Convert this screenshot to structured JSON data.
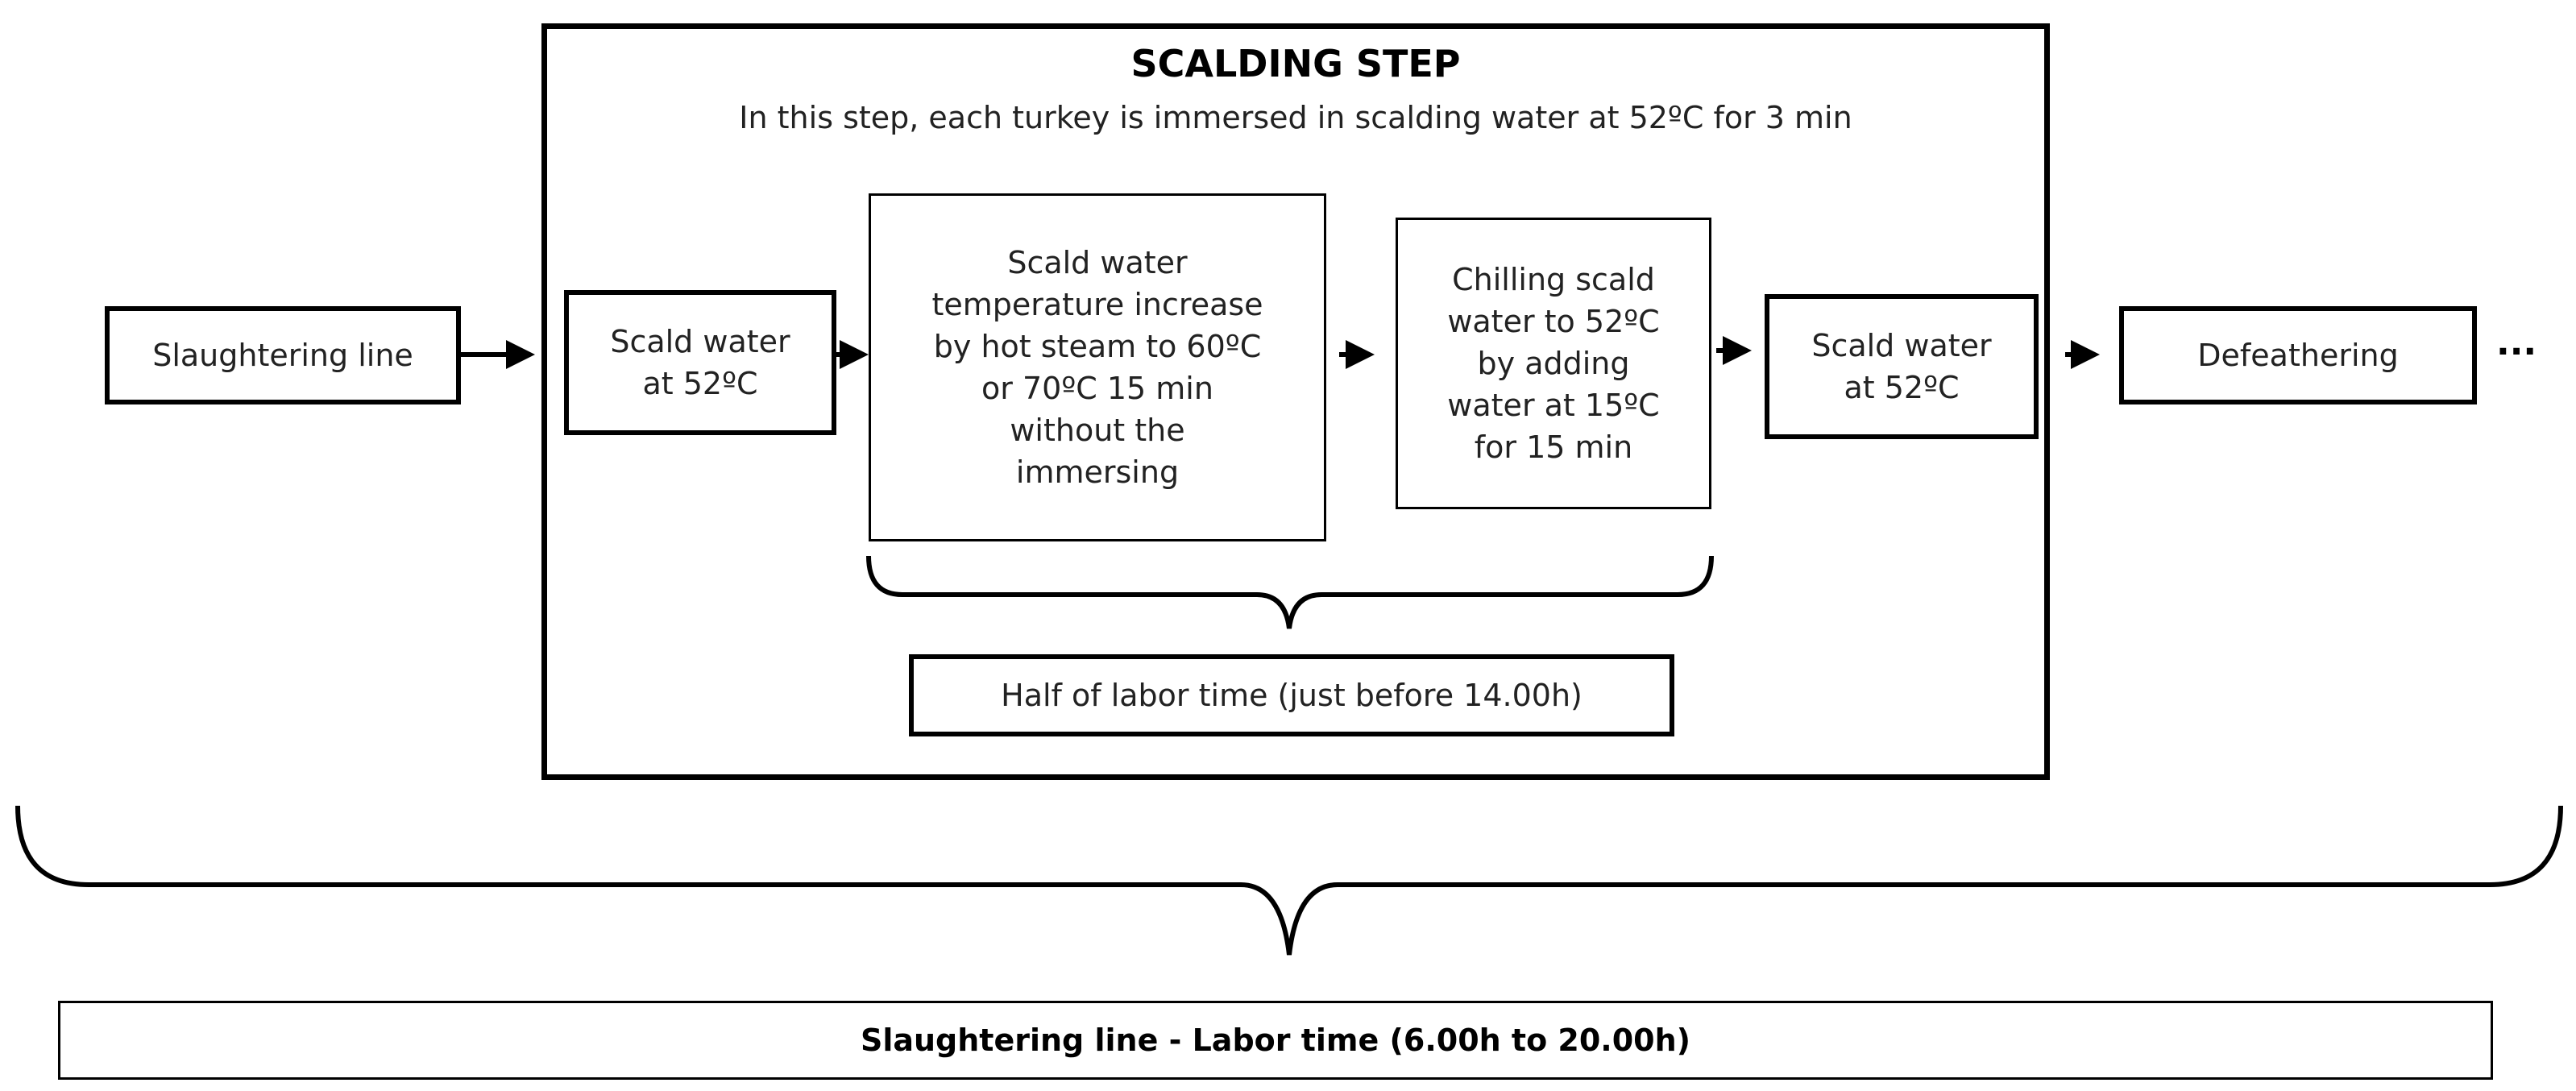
{
  "title": "SCALDING STEP",
  "subtitle": "In this step, each turkey  is immersed in scalding water at 52ºC for 3 min",
  "nodes": {
    "slaughtering_line": "Slaughtering line",
    "scald_water_1": "Scald water\nat 52ºC",
    "temperature_increase": "Scald water\ntemperature  increase\nby hot steam to 60ºC\nor  70ºC 15 min\nwithout the\nimmersing",
    "chilling": "Chilling scald\nwater to 52ºC\nby adding\nwater at 15ºC\nfor 15 min",
    "scald_water_2": "Scald water\nat 52ºC",
    "defeathering": "Defeathering",
    "ellipsis": "...",
    "half_labor_time": "Half of labor time  (just before 14.00h)",
    "labor_time": "Slaughtering line - Labor time (6.00h to 20.00h)"
  }
}
